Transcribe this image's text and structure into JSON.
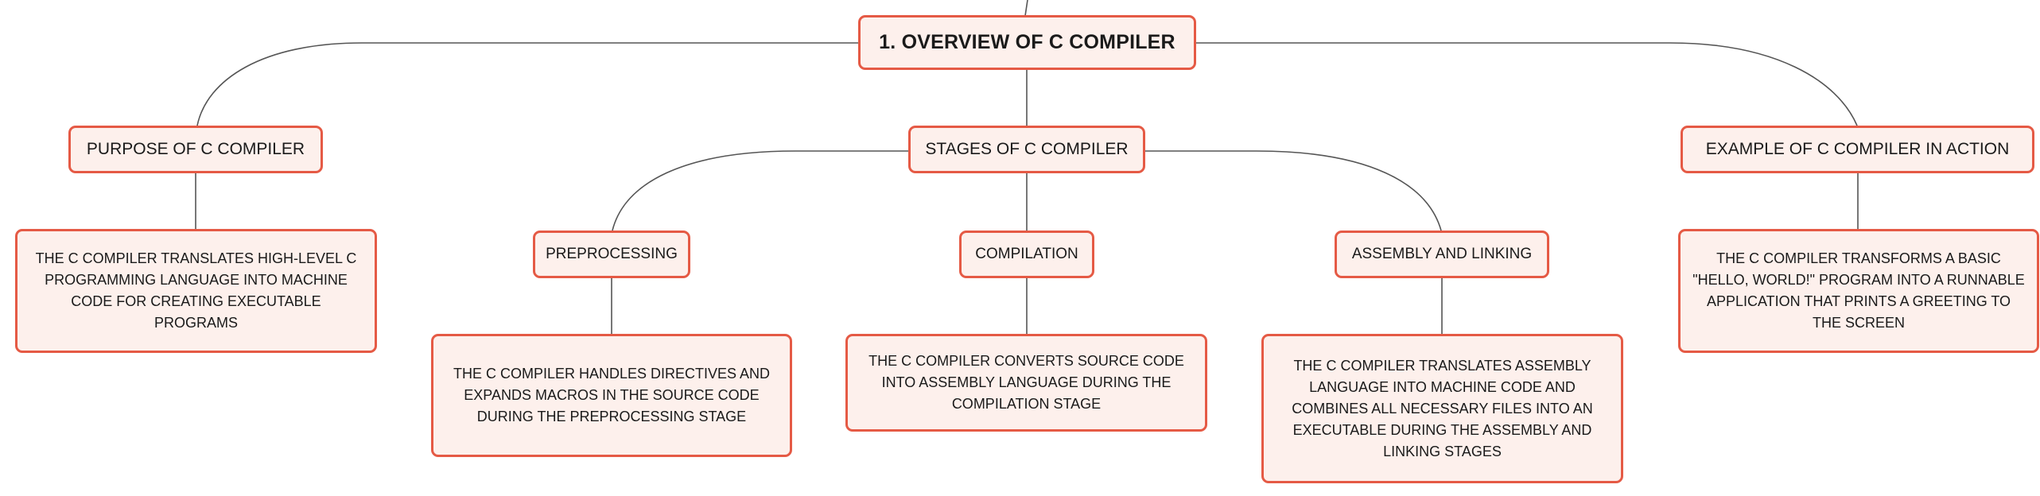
{
  "colors": {
    "node_border": "#e55a45",
    "node_fill": "#fdf0ec",
    "connector": "#555555"
  },
  "root": {
    "label": "1. OVERVIEW OF C COMPILER"
  },
  "branches": {
    "purpose": {
      "label": "PURPOSE OF C COMPILER",
      "detail": "THE C COMPILER TRANSLATES HIGH-LEVEL C PROGRAMMING LANGUAGE INTO MACHINE CODE FOR CREATING EXECUTABLE PROGRAMS"
    },
    "stages": {
      "label": "STAGES OF C COMPILER",
      "preprocessing": {
        "label": "PREPROCESSING",
        "detail": "THE C COMPILER HANDLES DIRECTIVES AND EXPANDS MACROS IN THE SOURCE CODE DURING THE PREPROCESSING STAGE"
      },
      "compilation": {
        "label": "COMPILATION",
        "detail": "THE C COMPILER CONVERTS SOURCE CODE INTO ASSEMBLY LANGUAGE DURING THE COMPILATION STAGE"
      },
      "assembly": {
        "label": "ASSEMBLY AND LINKING",
        "detail": "THE C COMPILER TRANSLATES ASSEMBLY LANGUAGE INTO MACHINE CODE AND COMBINES ALL NECESSARY FILES INTO AN EXECUTABLE DURING THE ASSEMBLY AND LINKING STAGES"
      }
    },
    "example": {
      "label": "EXAMPLE OF C COMPILER IN ACTION",
      "detail": "THE C COMPILER TRANSFORMS A BASIC \"HELLO, WORLD!\" PROGRAM INTO A RUNNABLE APPLICATION THAT PRINTS A GREETING TO THE SCREEN"
    }
  }
}
